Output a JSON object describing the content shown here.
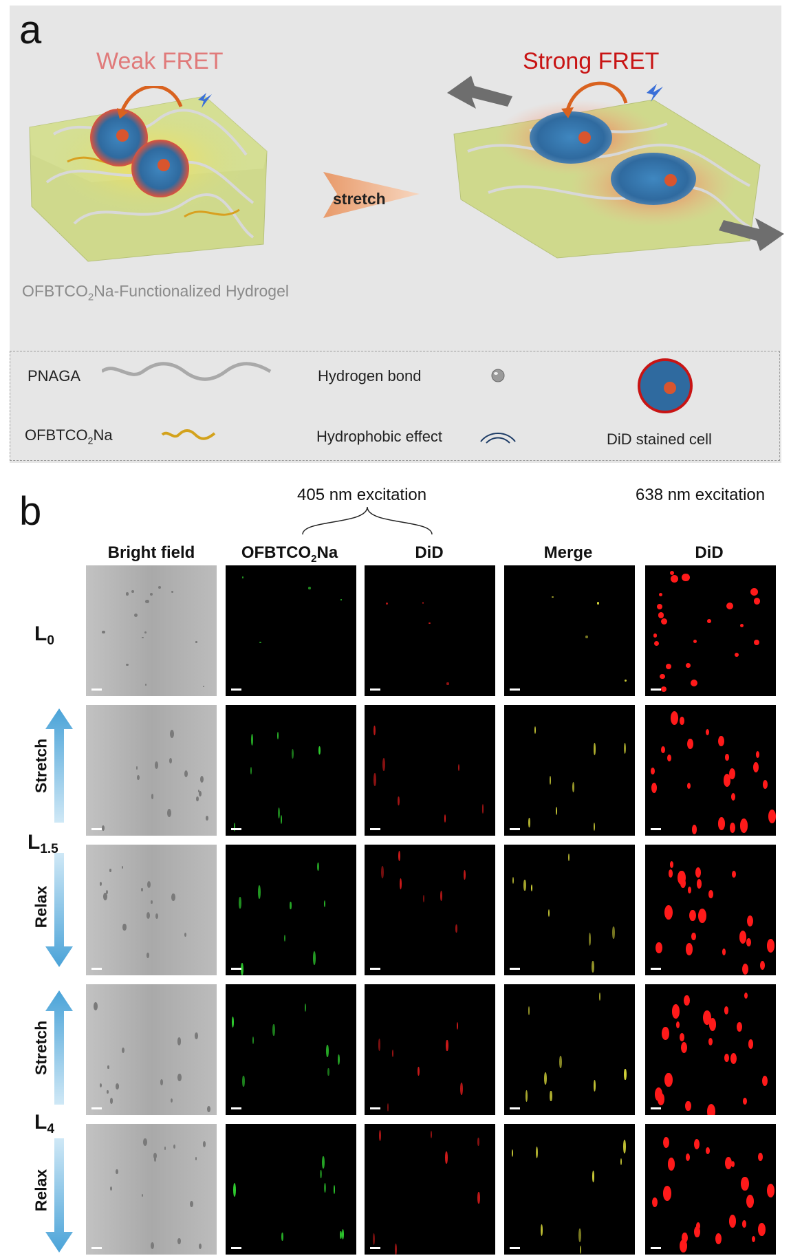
{
  "panel_a": {
    "letter": "a",
    "weak_title": "Weak FRET",
    "strong_title": "Strong FRET",
    "arrow_label": "stretch",
    "caption_prefix": "OFBTCO",
    "caption_sub": "2",
    "caption_suffix": "Na-Functionalized Hydrogel",
    "legend": {
      "pnaga": "PNAGA",
      "ofbt_prefix": "OFBTCO",
      "ofbt_sub": "2",
      "ofbt_suffix": "Na",
      "hydrogen_bond": "Hydrogen bond",
      "hydrophobic": "Hydrophobic effect",
      "did_cell": "DiD stained cell"
    }
  },
  "panel_b": {
    "letter": "b",
    "exc405": "405 nm excitation",
    "exc638": "638 nm excitation",
    "columns": {
      "bright": "Bright field",
      "ofbt_prefix": "OFBTCO",
      "ofbt_sub": "2",
      "ofbt_suffix": "Na",
      "did": "DiD",
      "merge": "Merge",
      "did638": "DiD"
    },
    "rows": {
      "l0_main": "L",
      "l0_sub": "0",
      "l15_main": "L",
      "l15_sub": "1.5",
      "l4_main": "L",
      "l4_sub": "4",
      "stretch": "Stretch",
      "relax": "Relax"
    }
  },
  "colors": {
    "panel_bg": "#e6e6e6",
    "weak": "#e07a7a",
    "strong": "#c81414",
    "arrow_blue": "#4aa3d8",
    "did_red": "#ff1a1a",
    "ofbt_green": "#2fd12f"
  }
}
